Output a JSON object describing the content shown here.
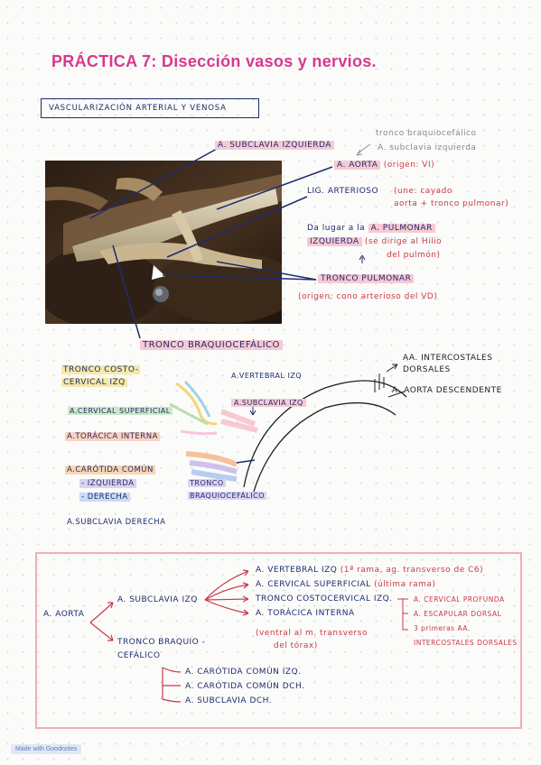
{
  "title": "PRÁCTICA 7: Disección vasos y nervios.",
  "section_box": "VASCULARIZACIÓN ARTERIAL Y VENOSA",
  "photo_labels": {
    "subclavia_izq": "A. SUBCLAVIA IZQUIERDA",
    "tronco_braquio_grey1": "tronco braquiocefálico",
    "tronco_braquio_grey2": "A. subclavia izquierda",
    "aorta": "A. AORTA",
    "aorta_origen": "(origen: VI)",
    "lig_arterioso": "LIG. ARTERIOSO",
    "lig_arterioso_desc1": "(une: cayado",
    "lig_arterioso_desc2": "aorta + tronco pulmonar)",
    "da_lugar_1": "Da lugar a la",
    "pulmonar_izq_1": "A. PULMONAR",
    "pulmonar_izq_2": "IZQUIERDA",
    "pulmonar_desc1": "(se dirige al Hilio",
    "pulmonar_desc2": "del pulmón)",
    "tronco_pulmonar": "TRONCO PULMONAR",
    "tronco_pulmonar_origen": "(origen: cono arterioso del VD)",
    "tronco_braquiocefalico": "TRONCO BRAQUIOCEFÁLICO"
  },
  "diagram_labels": {
    "costocervical_1": "TRONCO COSTO-",
    "costocervical_2": "CERVICAL IZQ",
    "vertebral_izq": "A.VERTEBRAL IZQ",
    "subclavia_izq": "A.SUBCLAVIA IZQ",
    "cervical_superficial": "A.CERVICAL SUPERFICIAL",
    "toracica_interna": "A.TORÁCICA INTERNA",
    "carotida_comun": "A.CARÓTIDA COMÚN",
    "izquierda": "- IZQUIERDA",
    "derecha": "- DERECHA",
    "subclavia_derecha": "A.SUBCLAVIA DERECHA",
    "tronco_braquio_1": "TRONCO",
    "tronco_braquio_2": "BRAQUIOCEFÁLICO",
    "intercostales_1": "AA. INTERCOSTALES",
    "intercostales_2": "DORSALES",
    "aorta_descendente": "A. AORTA DESCENDENTE"
  },
  "scheme": {
    "aorta": "A. AORTA",
    "subclavia_izq": "A. SUBCLAVIA IZQ",
    "vertebral": "A. VERTEBRAL IZQ",
    "vertebral_note": "(1ª rama, ag. transverso de C6)",
    "cervical_sup": "A. CERVICAL SUPERFICIAL",
    "cervical_note": "(última rama)",
    "costocervical": "TRONCO COSTOCERVICAL IZQ.",
    "toracica": "A. TORÁCICA INTERNA",
    "toracica_note1": "(ventral al m. transverso",
    "toracica_note2": "del tórax)",
    "cc_branch1": "A. CERVICAL PROFUNDA",
    "cc_branch2": "A. ESCAPULAR DORSAL",
    "cc_branch3a": "3 primeras AA.",
    "cc_branch3b": "INTERCOSTALES DORSALES",
    "braquio_1": "TRONCO BRAQUIO -",
    "braquio_2": "CEFÁLICO",
    "carotida_izq": "A. CARÓTIDA COMÚN IZQ.",
    "carotida_dch": "A. CARÓTIDA COMÚN DCH.",
    "subclavia_dch": "A. SUBCLAVIA DCH."
  },
  "footer": "Made with Goodnotes",
  "colors": {
    "title": "#d8388f",
    "navy": "#1f2c6e",
    "red": "#c93a45",
    "pink_highlight": "#f7c9d2",
    "box_border": "#f0aeb5"
  }
}
